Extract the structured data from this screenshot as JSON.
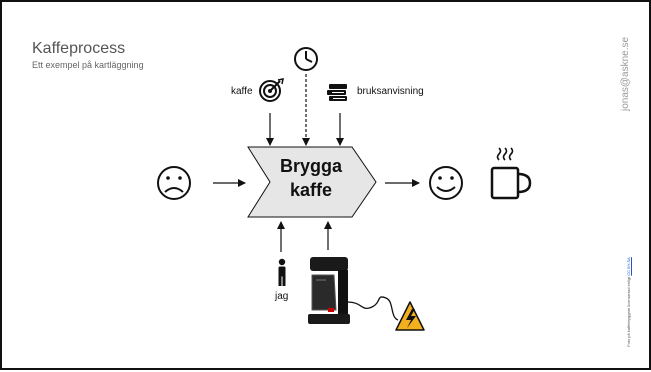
{
  "slide": {
    "title": "Kaffeprocess",
    "subtitle": "Ett exempel på kartläggning",
    "side_email": "jonas@askne.se",
    "side_credit": "Foto på kaffebryggare licensierad enligt",
    "side_credit_link": "CC BY-SA"
  },
  "process": {
    "line1": "Brygga",
    "line2": "kaffe"
  },
  "inputs": {
    "kaffe": "kaffe",
    "bruksanvisning": "bruksanvisning"
  },
  "resources": {
    "jag": "jag"
  },
  "colors": {
    "process_fill": "#e6e6e6",
    "warning_fill": "#f2b01e",
    "stroke": "#111111"
  },
  "icons": [
    "clock-icon",
    "target-icon",
    "book-stack-icon",
    "sad-face-icon",
    "happy-face-icon",
    "coffee-cup-icon",
    "person-icon",
    "coffee-maker-icon",
    "warning-electric-icon"
  ]
}
